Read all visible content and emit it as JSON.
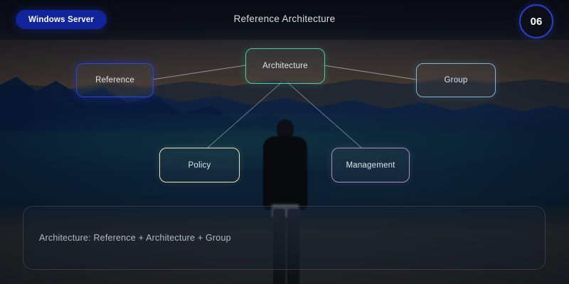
{
  "header": {
    "brand_label": "Windows Server",
    "title": "Reference Architecture",
    "page_number": "06"
  },
  "diagram": {
    "nodes": [
      {
        "id": "architecture",
        "label": "Architecture",
        "color": "#4fc9a8"
      },
      {
        "id": "reference",
        "label": "Reference",
        "color": "#2a45e0"
      },
      {
        "id": "group",
        "label": "Group",
        "color": "#7fb4de"
      },
      {
        "id": "policy",
        "label": "Policy",
        "color": "#e6e3b8"
      },
      {
        "id": "management",
        "label": "Management",
        "color": "#b08ac4"
      }
    ],
    "edges": [
      {
        "from": "reference",
        "to": "architecture"
      },
      {
        "from": "architecture",
        "to": "group"
      },
      {
        "from": "architecture",
        "to": "policy"
      },
      {
        "from": "architecture",
        "to": "management"
      }
    ]
  },
  "caption": {
    "text": "Architecture: Reference + Architecture + Group"
  },
  "colors": {
    "brand_pill": "#11249c",
    "page_ring": "#2840c8",
    "edge_line": "#c9d2dc",
    "title_text": "#d6dde6",
    "caption_text": "#aebbc9"
  }
}
